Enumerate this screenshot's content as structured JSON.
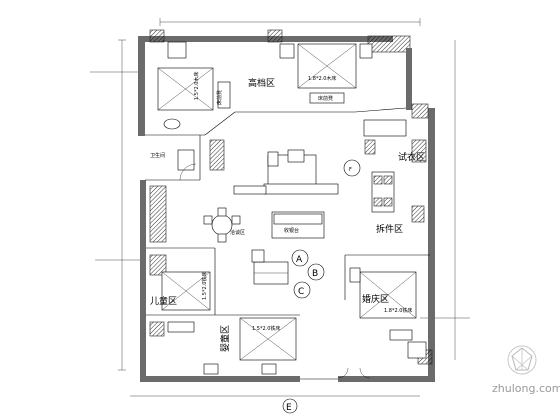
{
  "zones": {
    "high_end": "高档区",
    "fitting": "试衣区",
    "accessories": "拆件区",
    "wedding": "婚庆区",
    "children": "儿童区",
    "baby": "婴童区",
    "restroom": "卫生间",
    "cashier": "收银台",
    "negotiation": "洽谈区"
  },
  "furniture": {
    "bed_top_left": "1.5*2.0木床",
    "bed_top_right": "1.8*2.0木床",
    "bed_left_mid": "1.5*2.0铁床",
    "bed_bottom_center": "1.5*2.0铁床",
    "bed_bottom_right": "1.8*2.0铁床",
    "small_label_a": "床前凳",
    "small_label_b": "床前凳"
  },
  "markers": {
    "A": "A",
    "B": "B",
    "C": "C",
    "E": "E",
    "F": "F"
  },
  "watermark": "zhulong.com"
}
